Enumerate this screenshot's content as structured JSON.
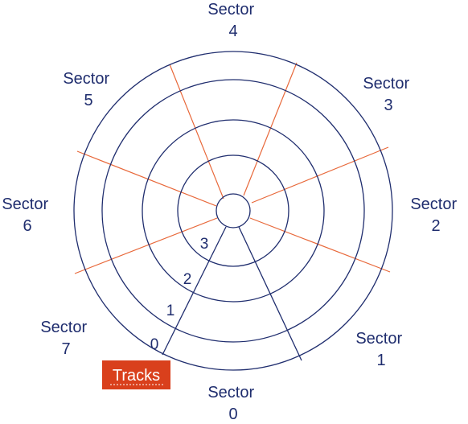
{
  "colors": {
    "track_stroke": "#1f2d6e",
    "sector_line": "#e8683a",
    "label_text": "#1f2d6e",
    "badge_fill": "#d9401c",
    "badge_text": "#ffffff"
  },
  "disk": {
    "rings": 4,
    "hub": true
  },
  "sectors": [
    {
      "top": "Sector",
      "bottom": "0"
    },
    {
      "top": "Sector",
      "bottom": "1"
    },
    {
      "top": "Sector",
      "bottom": "2"
    },
    {
      "top": "Sector",
      "bottom": "3"
    },
    {
      "top": "Sector",
      "bottom": "4"
    },
    {
      "top": "Sector",
      "bottom": "5"
    },
    {
      "top": "Sector",
      "bottom": "6"
    },
    {
      "top": "Sector",
      "bottom": "7"
    }
  ],
  "tracks": [
    "0",
    "1",
    "2",
    "3"
  ],
  "tracks_badge": "Tracks"
}
